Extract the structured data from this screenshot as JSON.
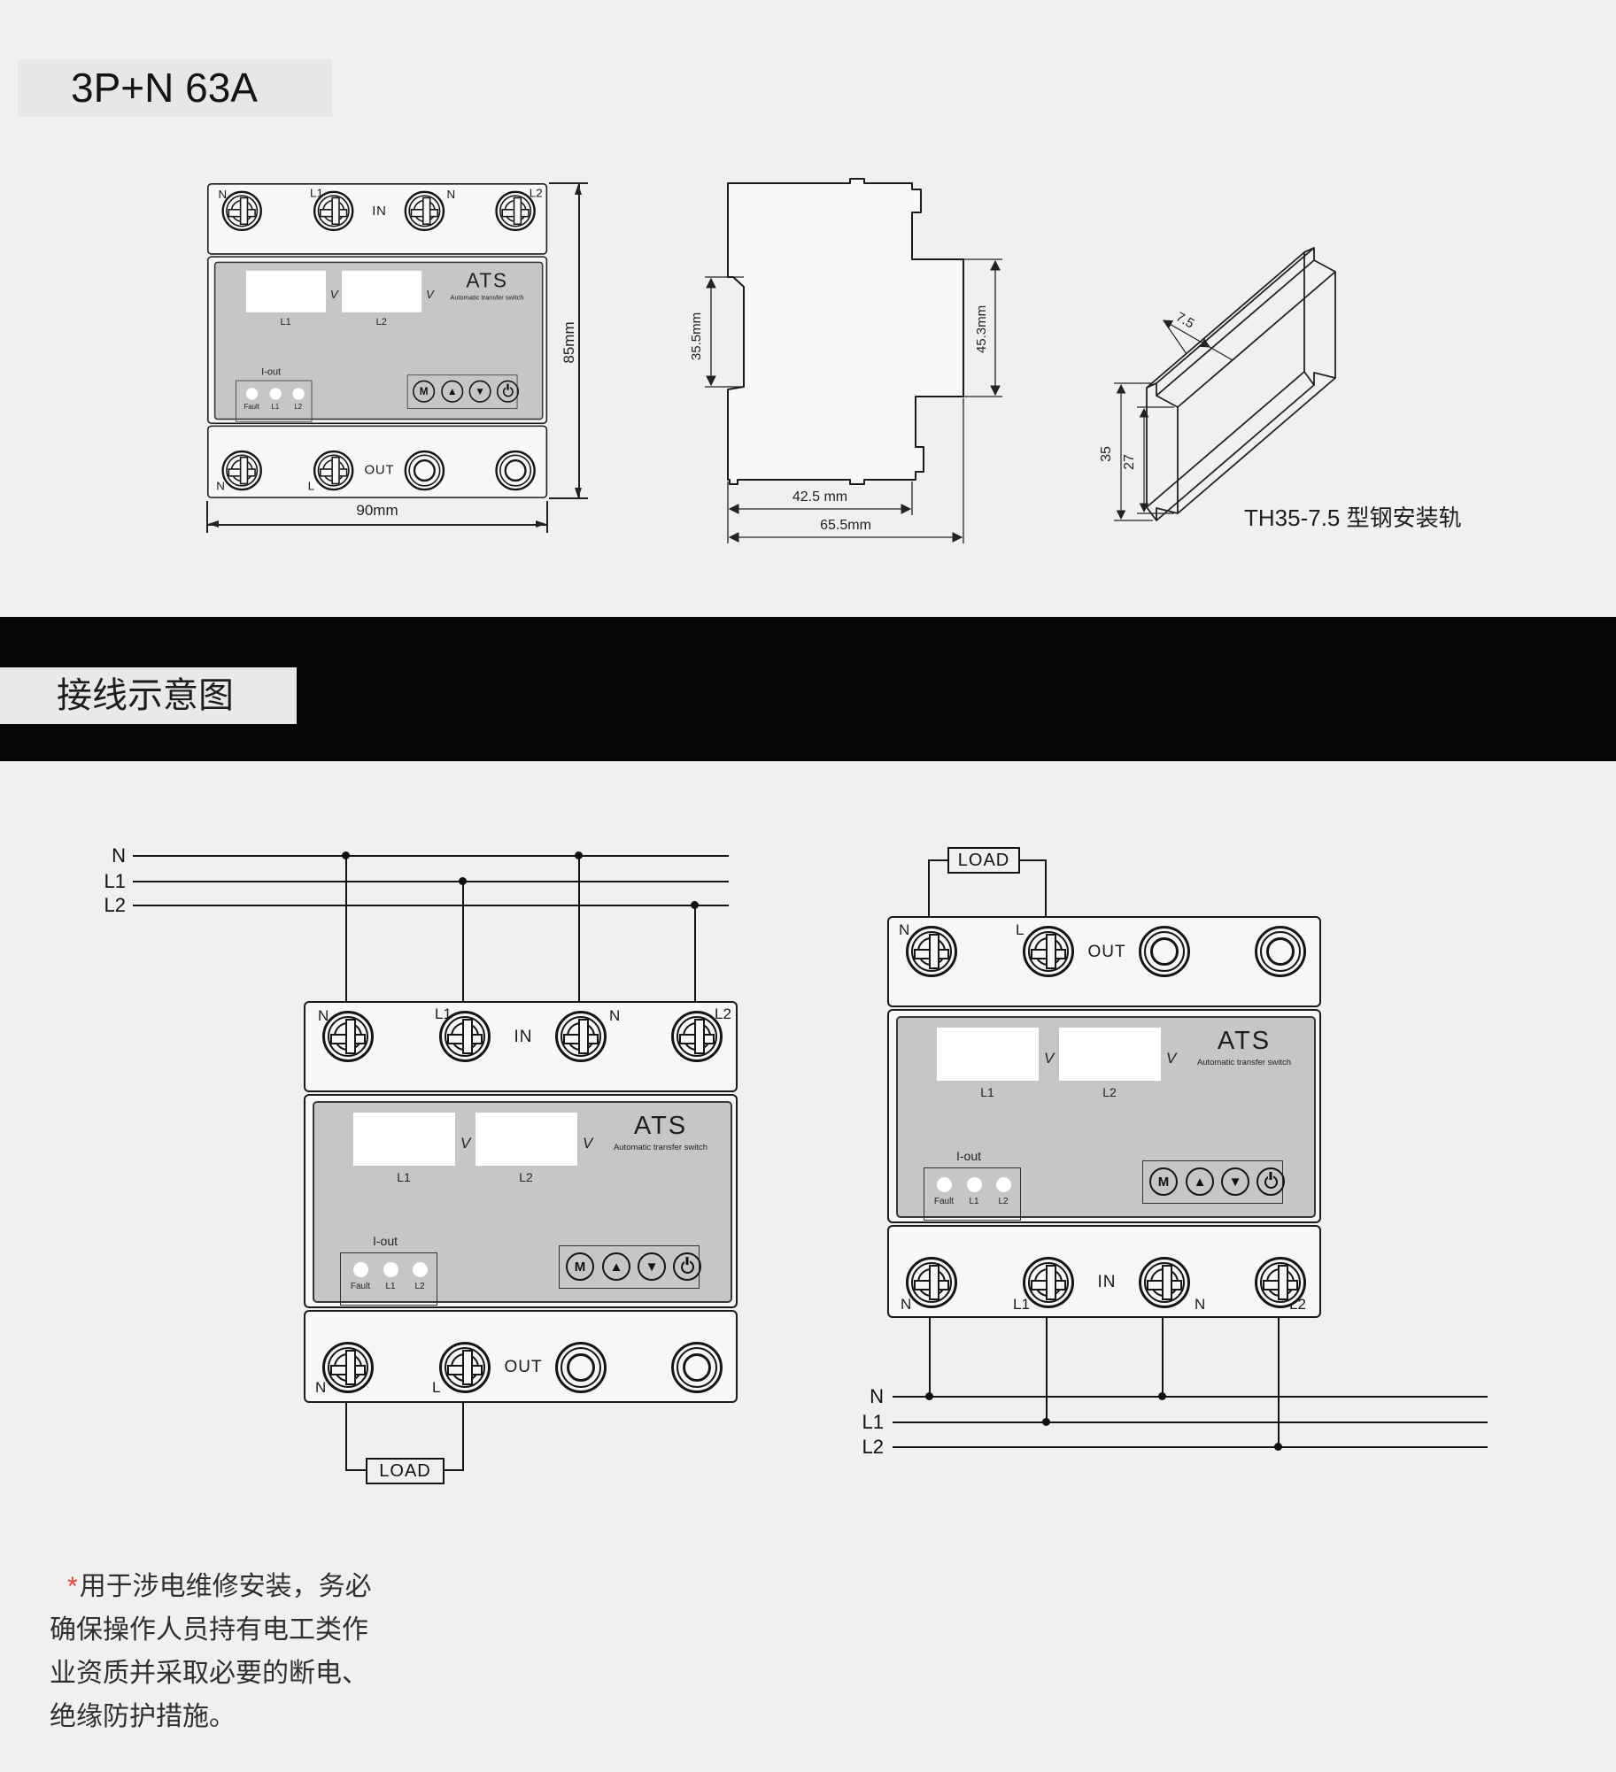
{
  "header": {
    "title": "3P+N 63A"
  },
  "section2_heading": "接线示意图",
  "device": {
    "brand": "ATS",
    "brand_sub": "Automatic transfer switch",
    "in_label": "IN",
    "out_label": "OUT",
    "in_terminals": [
      "N",
      "L1",
      "N",
      "L2"
    ],
    "out_terminals": [
      "N",
      "L"
    ],
    "volt_unit": "V",
    "display1_label": "L1",
    "display2_label": "L2",
    "iout_label": "I-out",
    "led_labels": [
      "Fault",
      "L1",
      "L2"
    ],
    "buttons": [
      "M",
      "▲",
      "▼"
    ]
  },
  "front_view": {
    "dim_width": "90mm",
    "dim_height": "85mm"
  },
  "side_view": {
    "dims": {
      "notch": "35.5mm",
      "body": "45.3mm",
      "depth1": "42.5 mm",
      "depth2": "65.5mm"
    }
  },
  "din_rail": {
    "dims": {
      "flange": "7.5",
      "total": "35",
      "inner": "27"
    },
    "label": "TH35-7.5 型钢安装轨"
  },
  "wiring": {
    "bus_labels": [
      "N",
      "L1",
      "L2"
    ],
    "load_label": "LOAD"
  },
  "footnote": {
    "asterisk": "*",
    "lines": [
      "用于涉电维修安装，务必",
      "确保操作人员持有电工类作",
      "业资质并采取必要的断电、",
      "绝缘防护措施。"
    ]
  }
}
